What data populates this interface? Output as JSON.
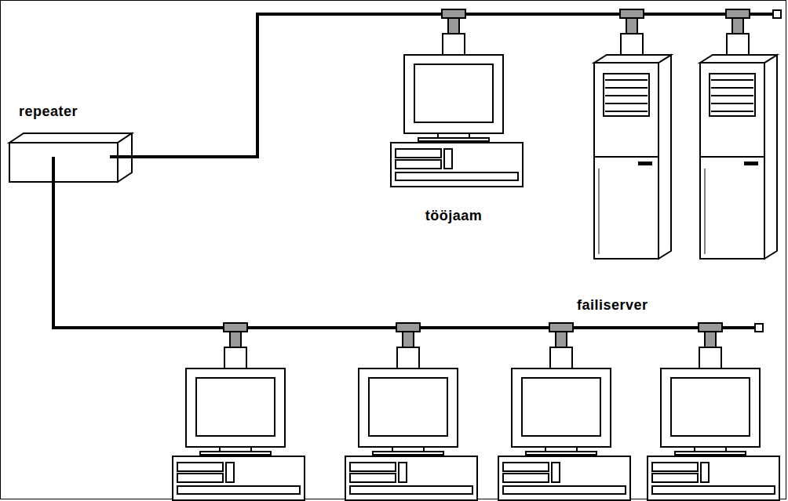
{
  "diagram": {
    "nodes": [
      {
        "text": [
          "repeater"
        ]
      },
      {
        "text": [
          "tööjaam"
        ]
      },
      {
        "text": [
          "failiserver"
        ]
      }
    ],
    "edges": [
      {
        "from": 0,
        "to": 1,
        "arrow": "none"
      },
      {
        "from": 0,
        "to": 2,
        "arrow": "none"
      }
    ]
  }
}
